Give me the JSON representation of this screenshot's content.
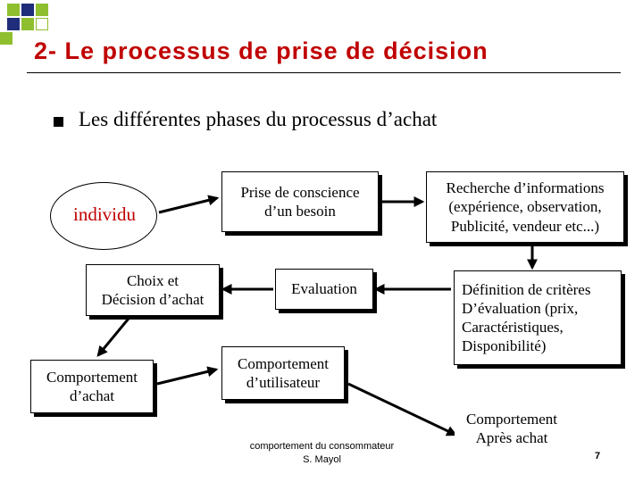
{
  "slide": {
    "title": "2- Le processus de prise de décision",
    "bullet": "Les différentes phases du processus d’achat",
    "footer_credit": "comportement du consommateur\nS. Mayol",
    "page_number": "7"
  },
  "diagram": {
    "individu": "individu",
    "prise_de_conscience": "Prise de conscience\nd’un besoin",
    "recherche": "Recherche d’informations\n(expérience, observation,\nPublicité, vendeur etc...)",
    "definition": "Définition de critères\nD’évaluation (prix,\nCaractéristiques,\nDisponibilité)",
    "evaluation": "Evaluation",
    "choix": "Choix et\nDécision d’achat",
    "comportement_achat": "Comportement\nd’achat",
    "comportement_utilisateur": "Comportement\nd’utilisateur",
    "comportement_apres": "Comportement\nAprès achat"
  },
  "colors": {
    "title": "#c00000",
    "individu_text": "#c00000",
    "decor_navy": "#1f2d7a",
    "decor_green": "#8fbf2f"
  }
}
